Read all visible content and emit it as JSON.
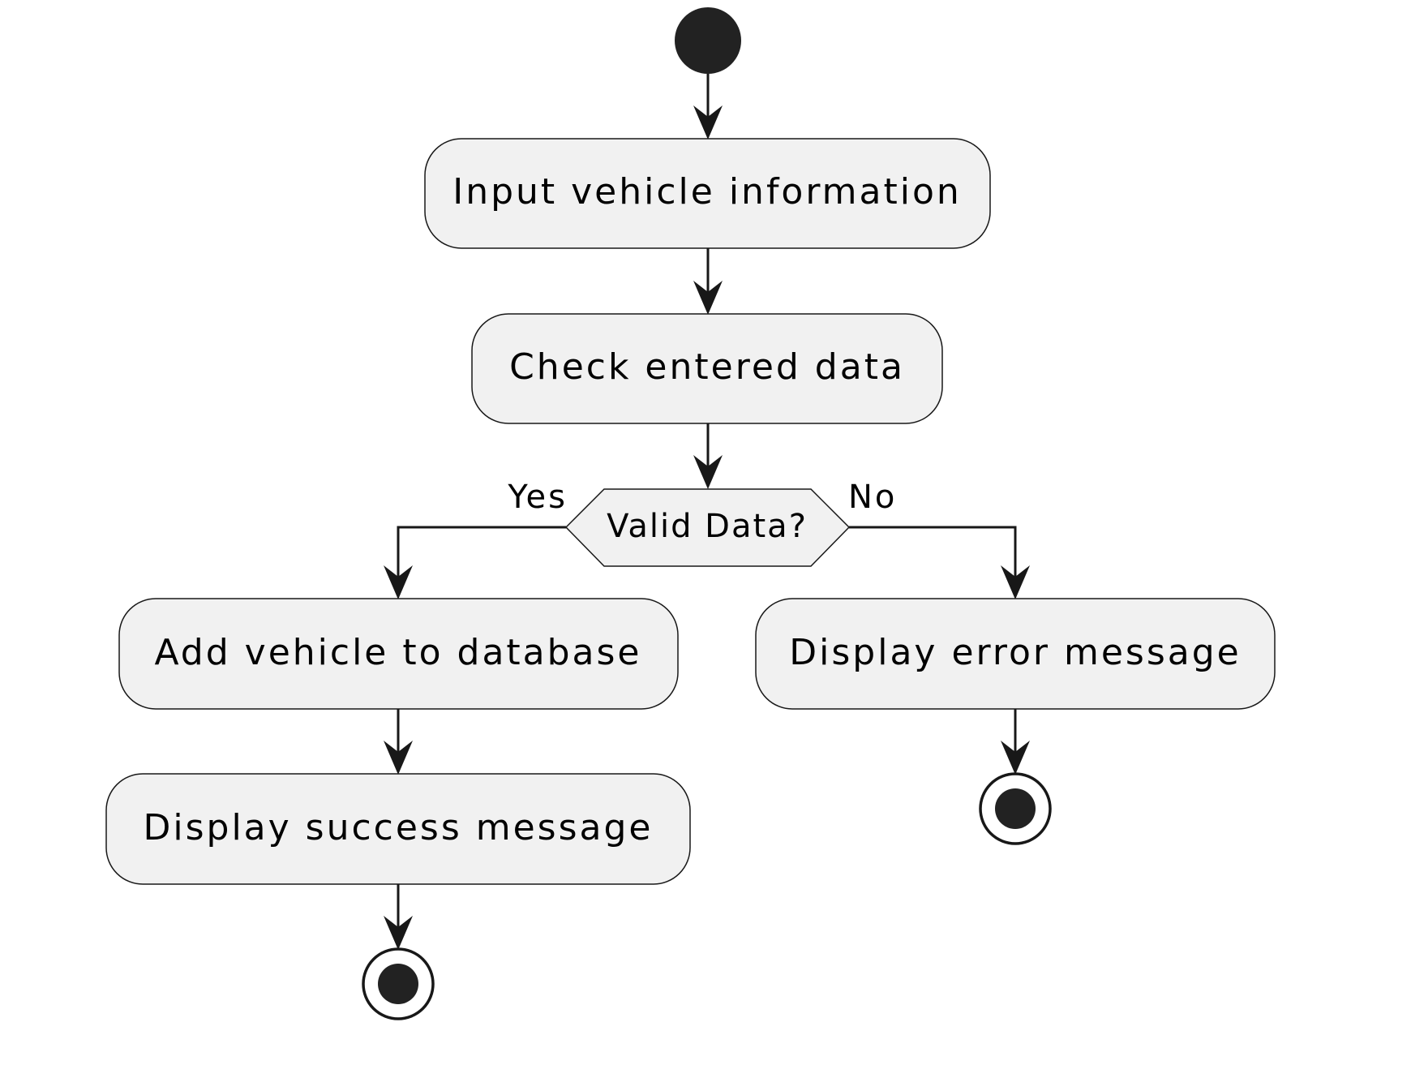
{
  "diagram": {
    "type": "activity",
    "colors": {
      "node_fill": "#f1f1f1",
      "stroke": "#181818",
      "text": "#000000",
      "background": "#ffffff"
    },
    "nodes": {
      "start": {
        "kind": "start"
      },
      "input": {
        "kind": "action",
        "label": "Input vehicle information"
      },
      "check": {
        "kind": "action",
        "label": "Check entered data"
      },
      "decision": {
        "kind": "decision",
        "label": "Valid Data?"
      },
      "add": {
        "kind": "action",
        "label": "Add vehicle to database"
      },
      "success": {
        "kind": "action",
        "label": "Display success message"
      },
      "error": {
        "kind": "action",
        "label": "Display error message"
      },
      "end_success": {
        "kind": "end"
      },
      "end_error": {
        "kind": "end"
      }
    },
    "branches": {
      "yes": "Yes",
      "no": "No"
    },
    "edges": [
      {
        "from": "start",
        "to": "input"
      },
      {
        "from": "input",
        "to": "check"
      },
      {
        "from": "check",
        "to": "decision"
      },
      {
        "from": "decision",
        "to": "add",
        "label": "Yes"
      },
      {
        "from": "decision",
        "to": "error",
        "label": "No"
      },
      {
        "from": "add",
        "to": "success"
      },
      {
        "from": "success",
        "to": "end_success"
      },
      {
        "from": "error",
        "to": "end_error"
      }
    ]
  }
}
